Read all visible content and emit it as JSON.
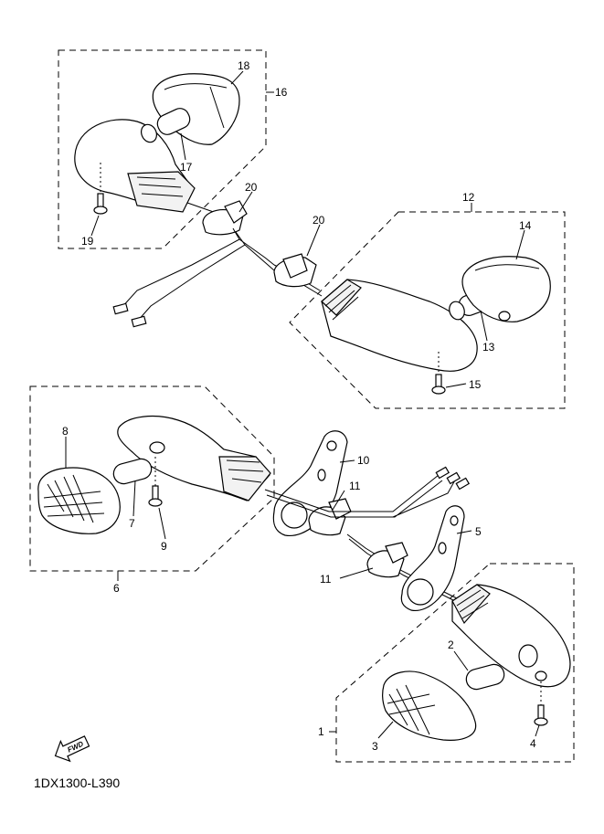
{
  "diagram_code": "1DX1300-L390",
  "fwd_label": "FWD",
  "callouts": [
    {
      "id": "c1",
      "text": "1"
    },
    {
      "id": "c2",
      "text": "2"
    },
    {
      "id": "c3",
      "text": "3"
    },
    {
      "id": "c4",
      "text": "4"
    },
    {
      "id": "c5",
      "text": "5"
    },
    {
      "id": "c6",
      "text": "6"
    },
    {
      "id": "c7",
      "text": "7"
    },
    {
      "id": "c8",
      "text": "8"
    },
    {
      "id": "c9",
      "text": "9"
    },
    {
      "id": "c10",
      "text": "10"
    },
    {
      "id": "c11a",
      "text": "11"
    },
    {
      "id": "c11b",
      "text": "11"
    },
    {
      "id": "c12",
      "text": "12"
    },
    {
      "id": "c13",
      "text": "13"
    },
    {
      "id": "c14",
      "text": "14"
    },
    {
      "id": "c15",
      "text": "15"
    },
    {
      "id": "c16",
      "text": "16"
    },
    {
      "id": "c17",
      "text": "17"
    },
    {
      "id": "c18",
      "text": "18"
    },
    {
      "id": "c19",
      "text": "19"
    },
    {
      "id": "c20a",
      "text": "20"
    },
    {
      "id": "c20b",
      "text": "20"
    }
  ]
}
